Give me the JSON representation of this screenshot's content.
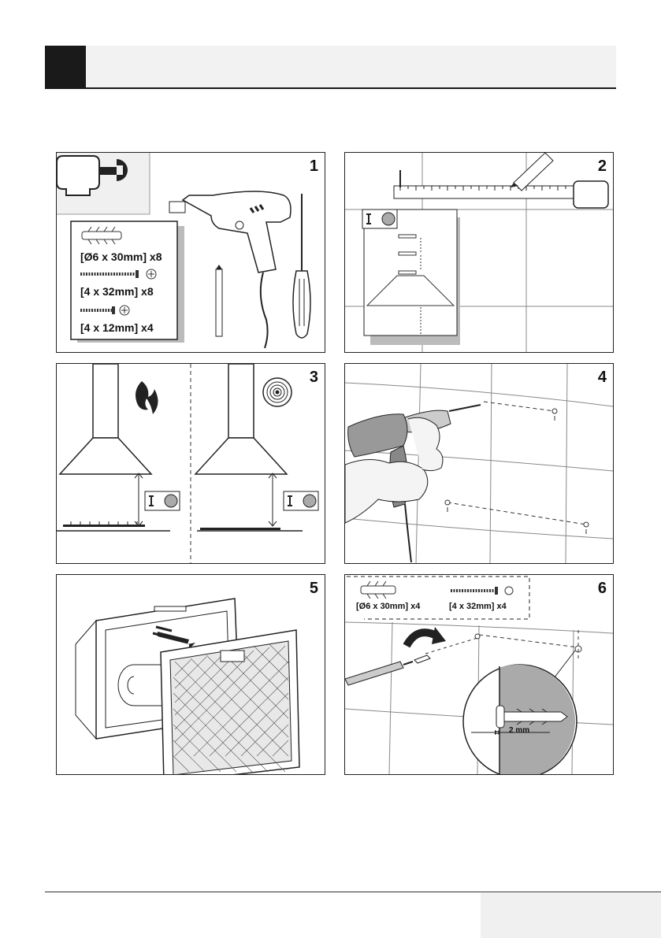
{
  "steps": [
    {
      "number": "1"
    },
    {
      "number": "2"
    },
    {
      "number": "3"
    },
    {
      "number": "4"
    },
    {
      "number": "5"
    },
    {
      "number": "6"
    }
  ],
  "step1": {
    "plug_label": "[Ø6 x 30mm] x8",
    "screw_long_label": "[4 x 32mm] x8",
    "screw_short_label": "[4 x 12mm] x4"
  },
  "step6": {
    "plug_label": "[Ø6 x 30mm] x4",
    "screw_label": "[4 x 32mm] x4",
    "gap_label": "2 mm"
  },
  "icons": {
    "tools": "wrench-icon",
    "gas": "flame-icon",
    "electric": "hotplate-icon",
    "manual": "manual-book-icon"
  }
}
